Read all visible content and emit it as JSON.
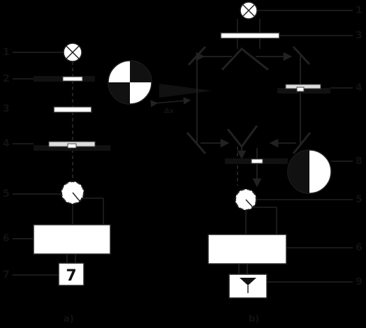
{
  "labels_a": [
    "1",
    "2",
    "3",
    "4",
    "5",
    "6",
    "7"
  ],
  "labels_b": [
    "1",
    "3",
    "4",
    "8",
    "5",
    "6",
    "9"
  ],
  "glyph_7": "7",
  "annotation_wedge": "Δx",
  "caption_a": "a)",
  "caption_b": "b)"
}
